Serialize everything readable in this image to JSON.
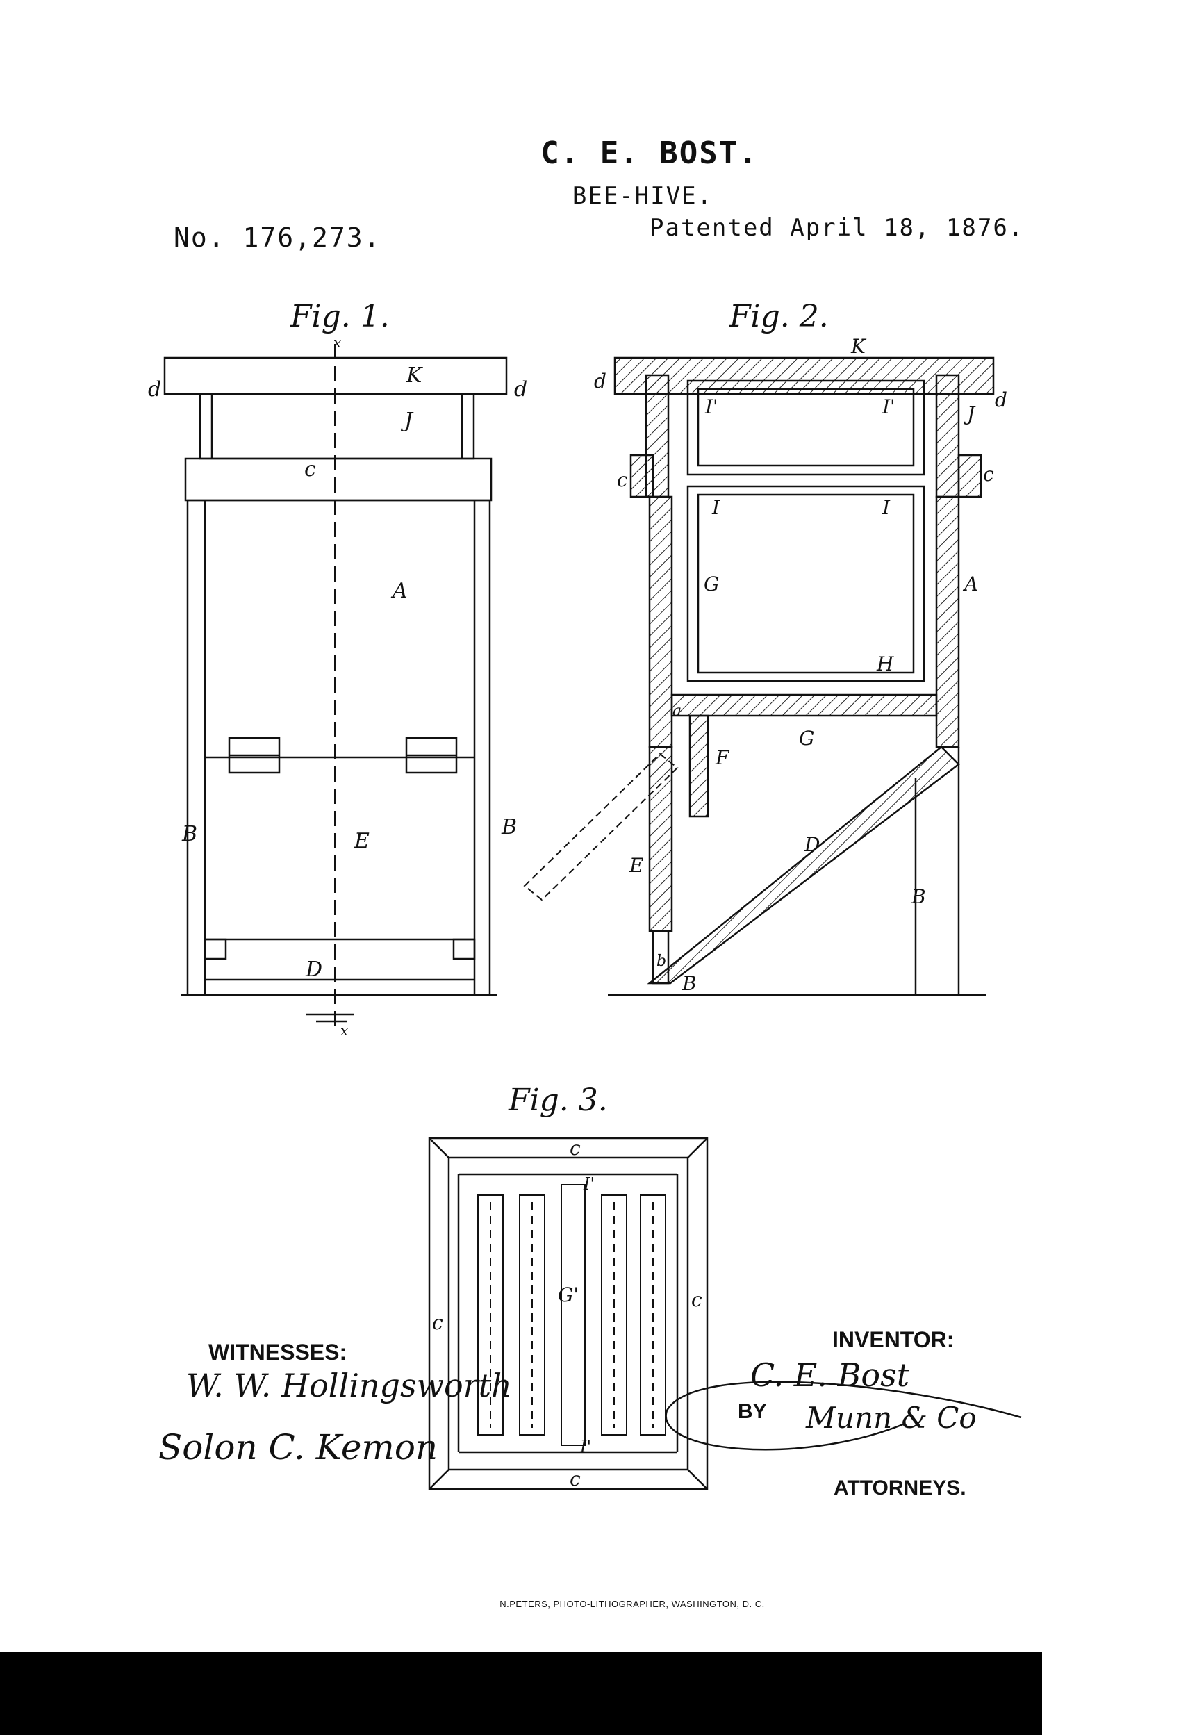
{
  "header": {
    "inventor_name": "C. E. BOST.",
    "invention": "BEE-HIVE.",
    "patent_number": "No. 176,273.",
    "patent_date": "Patented April 18, 1876."
  },
  "figures": {
    "fig1": {
      "title": "Fig. 1.",
      "labels": {
        "K": "K",
        "J": "J",
        "c": "c",
        "A": "A",
        "E": "E",
        "B_left": "B",
        "B_right": "B",
        "D": "D",
        "d_left": "d",
        "d_right": "d",
        "x_top": "x",
        "x_bottom": "x"
      }
    },
    "fig2": {
      "title": "Fig. 2.",
      "labels": {
        "K": "K",
        "d_left": "d",
        "d_right": "d",
        "J": "J",
        "c_left": "c",
        "c_right": "c",
        "I1_left": "I'",
        "I1_right": "I'",
        "I_left": "I",
        "I_right": "I",
        "G": "G",
        "A": "A",
        "H": "H",
        "a": "a",
        "G_lower": "G",
        "F": "F",
        "D": "D",
        "E": "E",
        "B_right": "B",
        "b": "b",
        "B_bottom": "B"
      }
    },
    "fig3": {
      "title": "Fig. 3.",
      "labels": {
        "c_top": "c",
        "c_bottom": "c",
        "c_left": "c",
        "c_right": "c",
        "I1_top": "I'",
        "I1_bottom": "I'",
        "G1": "G'"
      }
    }
  },
  "signatures": {
    "witnesses_label": "WITNESSES:",
    "witness_1": "W. W. Hollingsworth",
    "witness_2": "Solon C. Kemon",
    "inventor_label": "INVENTOR:",
    "inventor_signature": "C. E. Bost",
    "by_label": "BY",
    "attorney_signature": "Munn & Co",
    "attorneys_label": "ATTORNEYS."
  },
  "footer": "N.PETERS, PHOTO-LITHOGRAPHER, WASHINGTON, D. C."
}
